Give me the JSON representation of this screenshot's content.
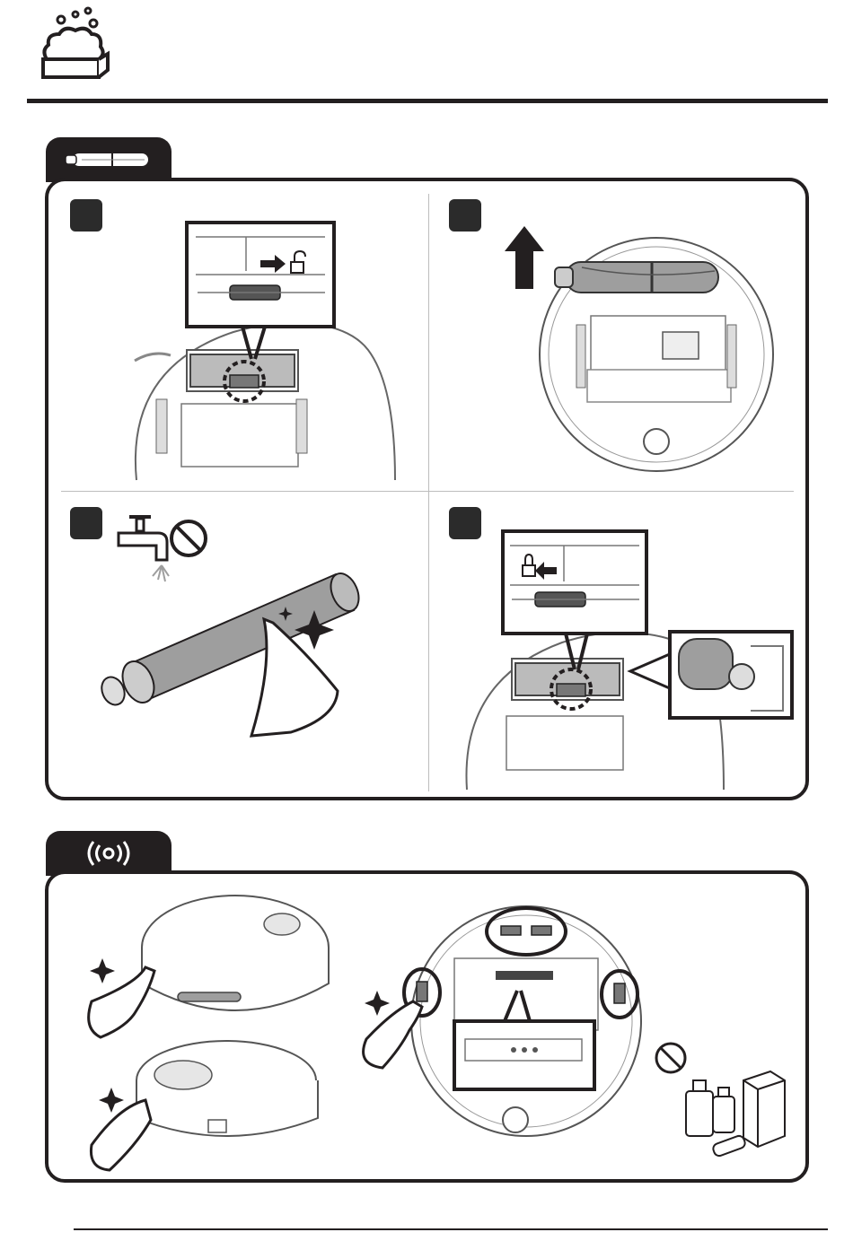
{
  "header": {
    "icon": "cleaning-foam-icon",
    "title": ""
  },
  "section_brush": {
    "tab_icon": "roller-brush-icon",
    "steps": [
      {
        "number": "",
        "illustration": "unlock-brush-cover"
      },
      {
        "number": "",
        "illustration": "lift-out-brush"
      },
      {
        "number": "",
        "illustration": "wipe-brush-no-water"
      },
      {
        "number": "",
        "illustration": "reinsert-and-lock"
      }
    ],
    "icons": [
      "arrow-right-icon",
      "unlock-icon",
      "arrow-up-icon",
      "faucet-icon",
      "prohibited-icon",
      "cloth-icon",
      "sparkle-icon",
      "lock-icon",
      "arrow-left-icon"
    ]
  },
  "section_sensor": {
    "tab_icon": "sensor-icon",
    "icons": [
      "cloth-icon",
      "sparkle-icon",
      "prohibited-icon",
      "chemical-bottles-icon"
    ]
  },
  "colors": {
    "ink": "#231f20",
    "panel_border": "#231f20",
    "divider": "#bdbdbd",
    "brush_fill": "#9e9e9e"
  }
}
